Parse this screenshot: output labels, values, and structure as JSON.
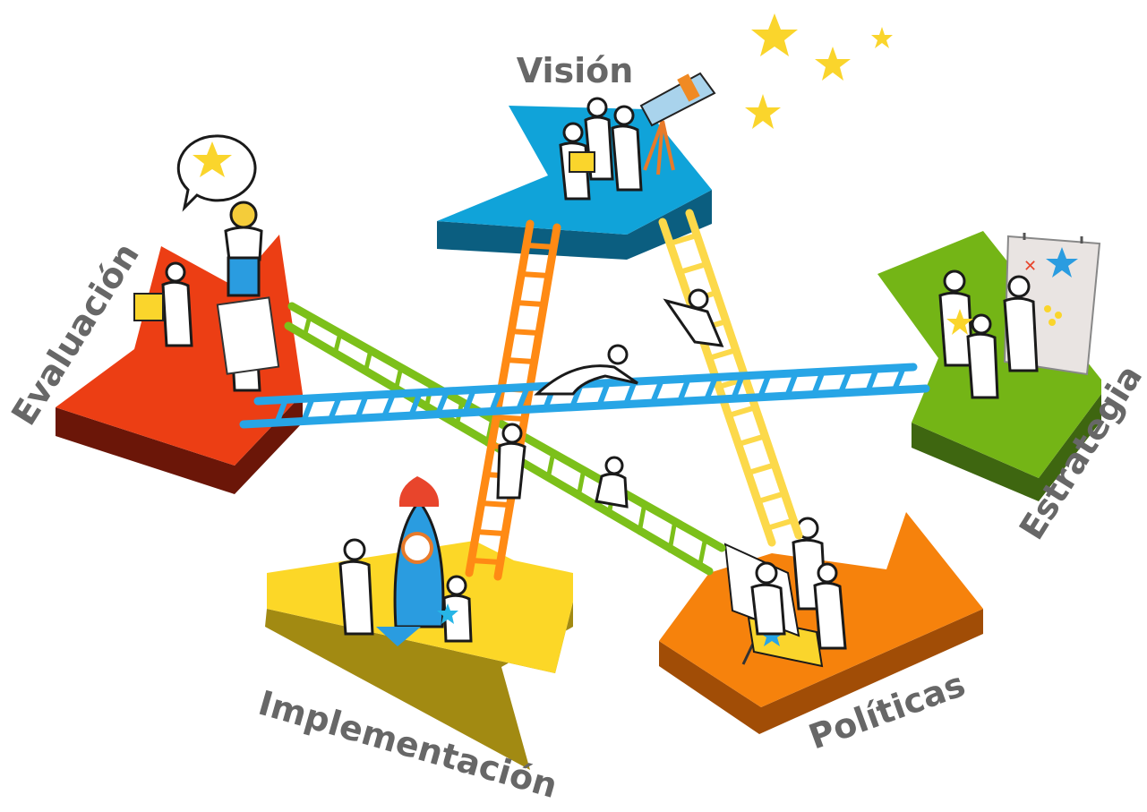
{
  "stages": {
    "vision": "Visión",
    "strategy": "Estrategia",
    "policies": "Políticas",
    "implementation": "Implementación",
    "evaluation": "Evaluación"
  },
  "colors": {
    "label": "#676767",
    "vision": "#10a3d9",
    "strategy": "#74b516",
    "policies": "#f6820c",
    "implementation": "#fcd727",
    "evaluation": "#ec3e14",
    "ladder_orange": "#ff8a14",
    "ladder_yellow": "#fcd94a",
    "ladder_green": "#7cc01a",
    "ladder_blue": "#27a5e6",
    "star": "#fad52c"
  }
}
